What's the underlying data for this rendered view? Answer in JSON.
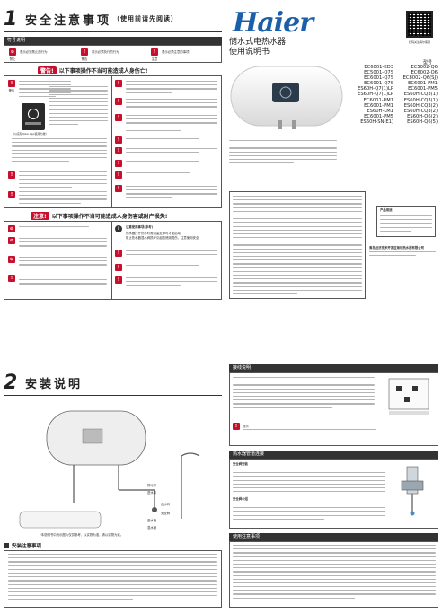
{
  "left": {
    "safety": {
      "number": "1",
      "title": "安全注意事项",
      "subtitle": "（使用前请先阅读）",
      "symbols_bar": "符号说明",
      "symbols": [
        {
          "tag": "禁止",
          "text": "表示必须禁止的行为"
        },
        {
          "tag": "警告",
          "text": "表示必须执行的行为"
        },
        {
          "tag": "注意",
          "text": "表示必须注意的事项"
        }
      ],
      "warning_label": "警告!",
      "warning_title": "以下事项操作不当可能造成人身伤亡!",
      "caution_label": "注意!",
      "caution_title": "以下事项操作不当可能造成人身伤害或财产损失!",
      "icon_labels": [
        "禁止",
        "警告",
        "警告",
        "警告",
        "警告",
        "警告",
        "警告",
        "注意"
      ],
      "caution_icon_labels": [
        "禁止",
        "禁止",
        "禁止",
        "警告",
        "注意"
      ],
      "caution_notes_title": "注意使用事项(参考)",
      "caution_notes": [
        "热水器打开热水时需流量足够时才能启动",
        "防止热水器混水阀损坏引起的燃烧烫伤，注意使用安全"
      ],
      "bathroom_caption": "（以实际Q&A App使用为准）"
    },
    "install": {
      "number": "2",
      "title": "安装说明",
      "labels": [
        "排污口",
        "进水口",
        "出水口",
        "安全阀",
        "进水管",
        "混水阀"
      ],
      "figure_caption": "*本说明书中所示图片仅供参考，以实物为准，请以实物为准。",
      "notes_bar": "安装注意事项"
    }
  },
  "right": {
    "brand": "Haier",
    "product_title": [
      "储水式电热水器",
      "使用说明书"
    ],
    "qr_caption": "扫码关注海尔客服",
    "models_label": "型号",
    "models_left": [
      "EC6001-KD3",
      "EC5001-Q7S",
      "EC6001-Q7S",
      "EC6001-Q7S",
      "ES60H-Q7(1)LP",
      "ES60H-Q7(1)LP",
      "EC6001-RM1",
      "EC6001-PM1",
      "ES60H-LM1",
      "EC6001-PM5",
      "ES60H-SN(E1)"
    ],
    "models_right": [
      "EC5002-Q6",
      "EC6002-Q6",
      "EC8002-Q6(SJ)",
      "EC6001-PM1",
      "EC6001-PM5",
      "ES60H-CQ3(1)",
      "ES60H-CQ3(1)",
      "ES60H-CQ3(2)",
      "ES60H-CQ3(2)",
      "ES60H-Q6(2)",
      "ES60H-Q6(5)"
    ],
    "service_box_title": "产品用途",
    "service_caption": "青岛经济技术开发区海尔热水器有限公司",
    "wiring_bar": "接线说明",
    "pipe_bar": "热水器管道连接",
    "pipe_items": [
      "安全阀安装",
      "安全阀介绍"
    ],
    "use_bar": "使用注意事项",
    "hint": "提示"
  }
}
